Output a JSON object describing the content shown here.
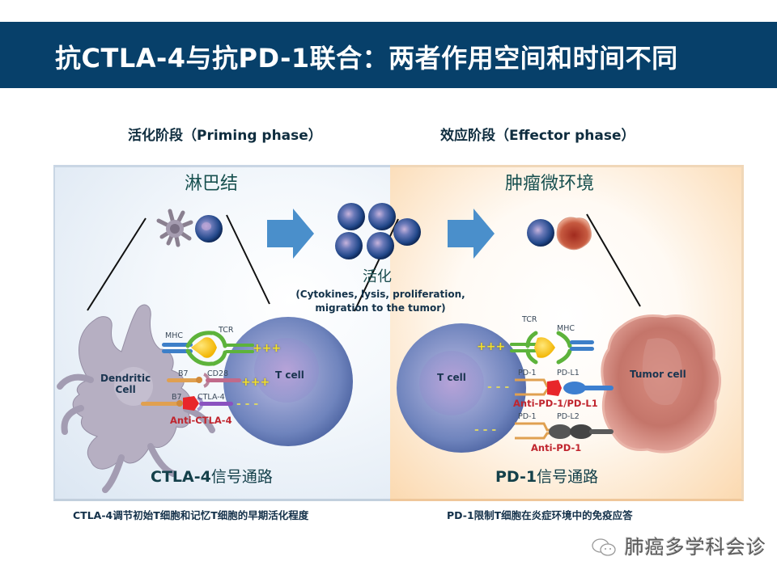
{
  "header": {
    "title": "抗CTLA-4与抗PD-1联合：两者作用空间和时间不同"
  },
  "phases": {
    "priming": "活化阶段（Priming  phase）",
    "effector": "效应阶段（Effector  phase）"
  },
  "regions": {
    "lymph_node": "淋巴结",
    "tumor_microenvironment": "肿瘤微环境"
  },
  "activation": {
    "title": "活化",
    "description_line1": "(Cytokines, lysis, proliferation,",
    "description_line2": "migration to the tumor)"
  },
  "left_panel": {
    "dendritic_cell_line1": "Dendritic",
    "dendritic_cell_line2": "Cell",
    "t_cell": "T cell",
    "mhc": "MHC",
    "tcr": "TCR",
    "b7_a": "B7",
    "cd28": "CD28",
    "b7_b": "B7",
    "ctla4": "CTLA-4",
    "signal_pos_1": "+++",
    "signal_pos_2": "+++",
    "signal_neg": "- - -",
    "drug": "Anti-CTLA-4",
    "pathway_prefix": "CTLA-4",
    "pathway_suffix": "信号通路",
    "caption": "CTLA-4调节初始T细胞和记忆T细胞的早期活化程度"
  },
  "right_panel": {
    "t_cell": "T cell",
    "tumor_cell": "Tumor cell",
    "tcr": "TCR",
    "mhc": "MHC",
    "pd1_a": "PD-1",
    "pdl1": "PD-L1",
    "pd1_b": "PD-1",
    "pdl2": "PD-L2",
    "signal_pos": "+++",
    "signal_neg_1": "- - -",
    "signal_neg_2": "- - -",
    "drug_1": "Anti-PD-1/PD-L1",
    "drug_2": "Anti-PD-1",
    "pathway_prefix": "PD-1",
    "pathway_suffix": "信号通路",
    "caption": "PD-1限制T细胞在炎症环境中的免疫应答"
  },
  "watermark": {
    "text": "肺癌多学科会诊",
    "icon": "wechat-icon"
  },
  "colors": {
    "header_bg": "#07406a",
    "arrow": "#4a8fcb",
    "drug_red": "#c0252e",
    "signal_yellow": "#f5e33a"
  }
}
